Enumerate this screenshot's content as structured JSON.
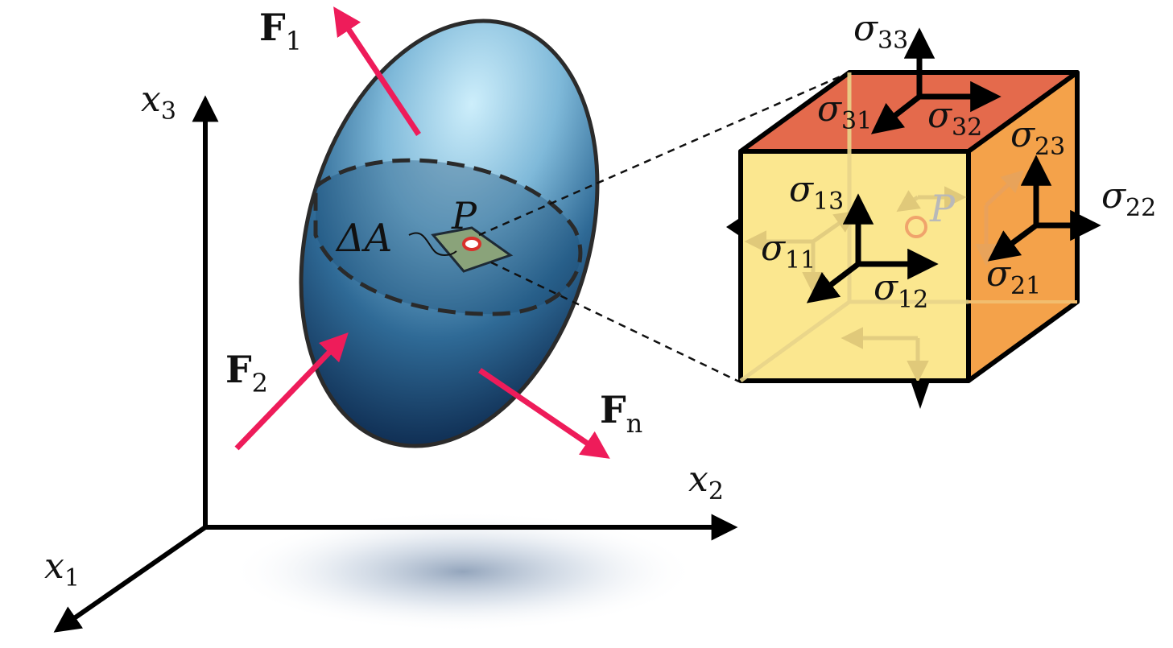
{
  "colors": {
    "force_arrow": "#ee1c5a",
    "axis": "#000000",
    "cube_front": "#fbe78f",
    "cube_top": "#e46a4c",
    "cube_side": "#f4a24a",
    "ellipsoid_light": "#c9ecfa",
    "ellipsoid_dark": "#0a2448",
    "point_marker": "#d9312b",
    "point_marker_faded": "#f0a46c"
  },
  "axes": {
    "x1": {
      "symbol": "x",
      "index": "1"
    },
    "x2": {
      "symbol": "x",
      "index": "2"
    },
    "x3": {
      "symbol": "x",
      "index": "3"
    }
  },
  "forces": {
    "f1": {
      "symbol": "F",
      "index": "1"
    },
    "f2": {
      "symbol": "F",
      "index": "2"
    },
    "fn": {
      "symbol": "F",
      "index": "n"
    }
  },
  "body": {
    "area_label": "ΔA",
    "point_label": "P"
  },
  "cube": {
    "point_label": "P",
    "stresses": {
      "s11": {
        "symbol": "σ",
        "index": "11"
      },
      "s12": {
        "symbol": "σ",
        "index": "12"
      },
      "s13": {
        "symbol": "σ",
        "index": "13"
      },
      "s21": {
        "symbol": "σ",
        "index": "21"
      },
      "s22": {
        "symbol": "σ",
        "index": "22"
      },
      "s23": {
        "symbol": "σ",
        "index": "23"
      },
      "s31": {
        "symbol": "σ",
        "index": "31"
      },
      "s32": {
        "symbol": "σ",
        "index": "32"
      },
      "s33": {
        "symbol": "σ",
        "index": "33"
      }
    }
  }
}
